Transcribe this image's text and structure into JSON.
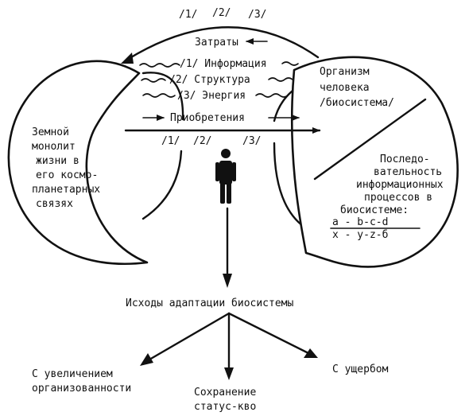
{
  "top_indices": [
    "/1/",
    "/2/",
    "/3/"
  ],
  "costs_label": "Затраты",
  "cost_items": [
    "/1/ Информация",
    "/2/ Структура",
    "/3/ Энергия"
  ],
  "gains_label": "Приобретения",
  "gain_indices": [
    "/1/",
    "/2/",
    "/3/"
  ],
  "left_block": [
    "Земной",
    "монолит",
    "жизни в",
    "его космо-",
    "планетарных",
    "связях"
  ],
  "right_block_top": [
    "Организм",
    "человека",
    "/биосистема/"
  ],
  "right_block_bottom": [
    "Последо-",
    "вательность",
    "информационных",
    "процессов в",
    "биосистеме:"
  ],
  "formula_numerator": "a - b-c-d",
  "formula_denominator": "x - y-z-б",
  "outcomes_title": "Исходы адаптации биосистемы",
  "outcome_left": [
    "С увеличением",
    "организованности"
  ],
  "outcome_center": [
    "Сохранение",
    "статус-кво"
  ],
  "outcome_right": [
    "С ущербом"
  ]
}
